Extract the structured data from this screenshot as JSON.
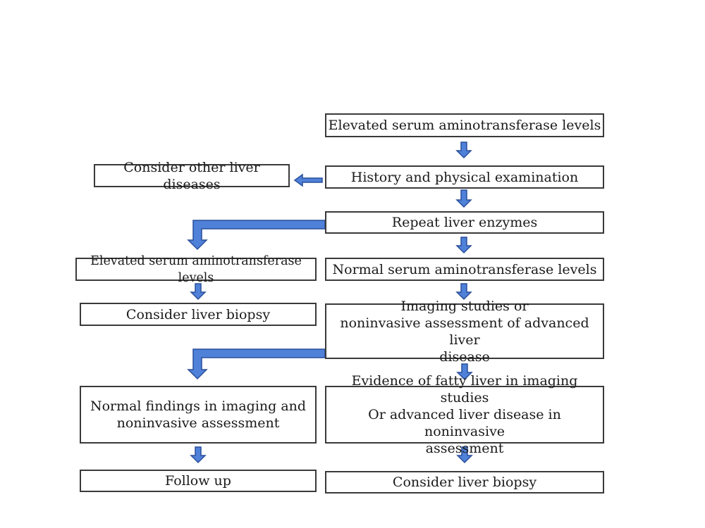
{
  "flowchart": {
    "colors": {
      "arrow_fill": "#4f81d9",
      "arrow_stroke": "#2a4f9a",
      "box_border": "#3a3a3a"
    },
    "nodes": {
      "elevated_initial": "Elevated serum aminotransferase levels",
      "history_exam": "History and physical examination",
      "other_diseases": "Consider other liver diseases",
      "repeat_enzymes": "Repeat liver enzymes",
      "elevated_repeat": "Elevated serum aminotransferase levels",
      "normal_levels": "Normal serum aminotransferase levels",
      "biopsy_left": "Consider liver biopsy",
      "imaging_line1": "Imaging studies or",
      "imaging_line2": "noninvasive assessment of advanced liver",
      "imaging_line3": "disease",
      "normal_findings_line1": "Normal findings in imaging and",
      "normal_findings_line2": "noninvasive assessment",
      "evidence_line1": "Evidence of fatty liver in imaging studies",
      "evidence_line2": "Or advanced liver disease in noninvasive",
      "evidence_line3": "assessment",
      "follow_up": "Follow up",
      "biopsy_right": "Consider liver biopsy"
    }
  }
}
